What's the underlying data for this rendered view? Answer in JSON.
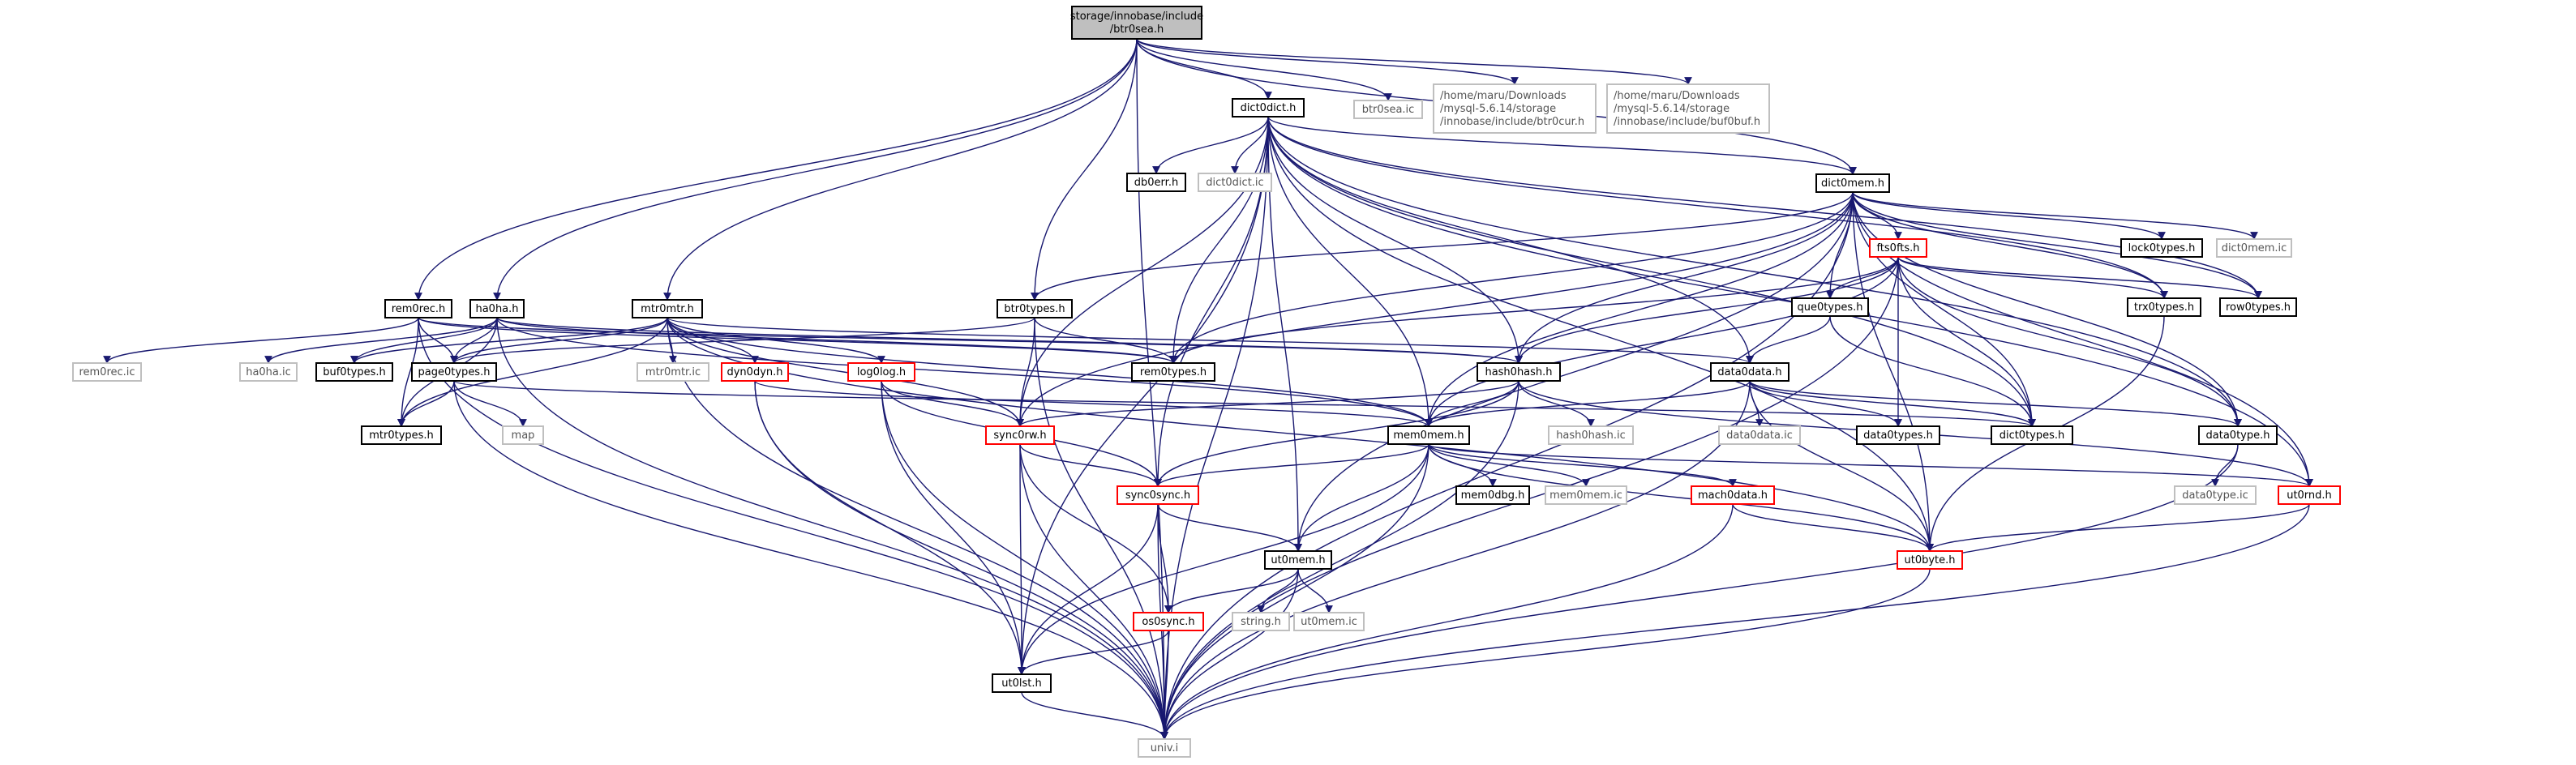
{
  "colors": {
    "edge": "#191970",
    "border_default": "#000000",
    "border_incomplete": "#bfbfbf",
    "border_truncated": "#ff0000",
    "fill_root": "#bfbfbf",
    "fill_default": "#ffffff",
    "text": "#000000",
    "text_muted": "#555555"
  },
  "nodes": [
    {
      "id": "btr0sea_h",
      "lines": [
        "storage/innobase/include",
        "/btr0sea.h"
      ],
      "style": "root"
    },
    {
      "id": "univ_i",
      "lines": [
        "univ.i"
      ],
      "style": "incomplete"
    },
    {
      "id": "rem0rec_h",
      "lines": [
        "rem0rec.h"
      ],
      "style": "default"
    },
    {
      "id": "ha0ha_h",
      "lines": [
        "ha0ha.h"
      ],
      "style": "default"
    },
    {
      "id": "mtr0mtr_h",
      "lines": [
        "mtr0mtr.h"
      ],
      "style": "default"
    },
    {
      "id": "btr0types_h",
      "lines": [
        "btr0types.h"
      ],
      "style": "default"
    },
    {
      "id": "dict0dict_h",
      "lines": [
        "dict0dict.h"
      ],
      "style": "default"
    },
    {
      "id": "btr0sea_ic",
      "lines": [
        "btr0sea.ic"
      ],
      "style": "incomplete"
    },
    {
      "id": "btr0cur_h",
      "lines": [
        "/home/maru/Downloads",
        "/mysql-5.6.14/storage",
        "/innobase/include/btr0cur.h"
      ],
      "style": "incomplete"
    },
    {
      "id": "buf0buf_h",
      "lines": [
        "/home/maru/Downloads",
        "/mysql-5.6.14/storage",
        "/innobase/include/buf0buf.h"
      ],
      "style": "incomplete"
    },
    {
      "id": "db0err_h",
      "lines": [
        "db0err.h"
      ],
      "style": "default"
    },
    {
      "id": "dict0dict_ic",
      "lines": [
        "dict0dict.ic"
      ],
      "style": "incomplete"
    },
    {
      "id": "dict0mem_h",
      "lines": [
        "dict0mem.h"
      ],
      "style": "default"
    },
    {
      "id": "fts0fts_h",
      "lines": [
        "fts0fts.h"
      ],
      "style": "truncated"
    },
    {
      "id": "lock0types_h",
      "lines": [
        "lock0types.h"
      ],
      "style": "default"
    },
    {
      "id": "dict0mem_ic",
      "lines": [
        "dict0mem.ic"
      ],
      "style": "incomplete"
    },
    {
      "id": "que0types_h",
      "lines": [
        "que0types.h"
      ],
      "style": "default"
    },
    {
      "id": "trx0types_h",
      "lines": [
        "trx0types.h"
      ],
      "style": "default"
    },
    {
      "id": "row0types_h",
      "lines": [
        "row0types.h"
      ],
      "style": "default"
    },
    {
      "id": "rem0rec_ic",
      "lines": [
        "rem0rec.ic"
      ],
      "style": "incomplete"
    },
    {
      "id": "ha0ha_ic",
      "lines": [
        "ha0ha.ic"
      ],
      "style": "incomplete"
    },
    {
      "id": "buf0types_h",
      "lines": [
        "buf0types.h"
      ],
      "style": "default"
    },
    {
      "id": "page0types_h",
      "lines": [
        "page0types.h"
      ],
      "style": "default"
    },
    {
      "id": "mtr0mtr_ic",
      "lines": [
        "mtr0mtr.ic"
      ],
      "style": "incomplete"
    },
    {
      "id": "dyn0dyn_h",
      "lines": [
        "dyn0dyn.h"
      ],
      "style": "truncated"
    },
    {
      "id": "log0log_h",
      "lines": [
        "log0log.h"
      ],
      "style": "truncated"
    },
    {
      "id": "rem0types_h",
      "lines": [
        "rem0types.h"
      ],
      "style": "default"
    },
    {
      "id": "hash0hash_h",
      "lines": [
        "hash0hash.h"
      ],
      "style": "default"
    },
    {
      "id": "data0data_h",
      "lines": [
        "data0data.h"
      ],
      "style": "default"
    },
    {
      "id": "mtr0types_h",
      "lines": [
        "mtr0types.h"
      ],
      "style": "default"
    },
    {
      "id": "map",
      "lines": [
        "map"
      ],
      "style": "incomplete"
    },
    {
      "id": "sync0rw_h",
      "lines": [
        "sync0rw.h"
      ],
      "style": "truncated"
    },
    {
      "id": "mem0mem_h",
      "lines": [
        "mem0mem.h"
      ],
      "style": "default"
    },
    {
      "id": "hash0hash_ic",
      "lines": [
        "hash0hash.ic"
      ],
      "style": "incomplete"
    },
    {
      "id": "data0data_ic",
      "lines": [
        "data0data.ic"
      ],
      "style": "incomplete"
    },
    {
      "id": "data0types_h",
      "lines": [
        "data0types.h"
      ],
      "style": "default"
    },
    {
      "id": "dict0types_h",
      "lines": [
        "dict0types.h"
      ],
      "style": "default"
    },
    {
      "id": "data0type_h",
      "lines": [
        "data0type.h"
      ],
      "style": "default"
    },
    {
      "id": "data0type_ic",
      "lines": [
        "data0type.ic"
      ],
      "style": "incomplete"
    },
    {
      "id": "mem0dbg_h",
      "lines": [
        "mem0dbg.h"
      ],
      "style": "default"
    },
    {
      "id": "mem0mem_ic",
      "lines": [
        "mem0mem.ic"
      ],
      "style": "incomplete"
    },
    {
      "id": "mach0data_h",
      "lines": [
        "mach0data.h"
      ],
      "style": "truncated"
    },
    {
      "id": "ut0rnd_h",
      "lines": [
        "ut0rnd.h"
      ],
      "style": "truncated"
    },
    {
      "id": "sync0sync_h",
      "lines": [
        "sync0sync.h"
      ],
      "style": "truncated"
    },
    {
      "id": "ut0byte_h",
      "lines": [
        "ut0byte.h"
      ],
      "style": "truncated"
    },
    {
      "id": "ut0mem_h",
      "lines": [
        "ut0mem.h"
      ],
      "style": "default"
    },
    {
      "id": "os0sync_h",
      "lines": [
        "os0sync.h"
      ],
      "style": "truncated"
    },
    {
      "id": "string_h",
      "lines": [
        "string.h"
      ],
      "style": "incomplete"
    },
    {
      "id": "ut0mem_ic",
      "lines": [
        "ut0mem.ic"
      ],
      "style": "incomplete"
    },
    {
      "id": "ut0lst_h",
      "lines": [
        "ut0lst.h"
      ],
      "style": "default"
    }
  ],
  "edges": [
    [
      "btr0sea_h",
      "univ_i"
    ],
    [
      "btr0sea_h",
      "rem0rec_h"
    ],
    [
      "btr0sea_h",
      "ha0ha_h"
    ],
    [
      "btr0sea_h",
      "mtr0mtr_h"
    ],
    [
      "btr0sea_h",
      "btr0types_h"
    ],
    [
      "btr0sea_h",
      "dict0dict_h"
    ],
    [
      "btr0sea_h",
      "btr0sea_ic"
    ],
    [
      "btr0sea_h",
      "btr0cur_h"
    ],
    [
      "btr0sea_h",
      "buf0buf_h"
    ],
    [
      "btr0sea_h",
      "dict0mem_h"
    ],
    [
      "dict0dict_h",
      "univ_i"
    ],
    [
      "dict0dict_h",
      "db0err_h"
    ],
    [
      "dict0dict_h",
      "dict0dict_ic"
    ],
    [
      "dict0dict_h",
      "dict0mem_h"
    ],
    [
      "dict0dict_h",
      "sync0rw_h"
    ],
    [
      "dict0dict_h",
      "rem0types_h"
    ],
    [
      "dict0dict_h",
      "mem0mem_h"
    ],
    [
      "dict0dict_h",
      "hash0hash_h"
    ],
    [
      "dict0dict_h",
      "data0data_h"
    ],
    [
      "dict0dict_h",
      "ut0byte_h"
    ],
    [
      "dict0dict_h",
      "ut0lst_h"
    ],
    [
      "dict0dict_h",
      "sync0sync_h"
    ],
    [
      "dict0dict_h",
      "ut0mem_h"
    ],
    [
      "dict0dict_h",
      "ut0rnd_h"
    ],
    [
      "dict0dict_h",
      "data0type_h"
    ],
    [
      "dict0dict_h",
      "dict0types_h"
    ],
    [
      "dict0dict_h",
      "trx0types_h"
    ],
    [
      "dict0dict_h",
      "row0types_h"
    ],
    [
      "dict0mem_h",
      "univ_i"
    ],
    [
      "dict0mem_h",
      "fts0fts_h"
    ],
    [
      "dict0mem_h",
      "lock0types_h"
    ],
    [
      "dict0mem_h",
      "dict0mem_ic"
    ],
    [
      "dict0mem_h",
      "que0types_h"
    ],
    [
      "dict0mem_h",
      "trx0types_h"
    ],
    [
      "dict0mem_h",
      "row0types_h"
    ],
    [
      "dict0mem_h",
      "btr0types_h"
    ],
    [
      "dict0mem_h",
      "rem0types_h"
    ],
    [
      "dict0mem_h",
      "hash0hash_h"
    ],
    [
      "dict0mem_h",
      "mem0mem_h"
    ],
    [
      "dict0mem_h",
      "sync0rw_h"
    ],
    [
      "dict0mem_h",
      "ut0byte_h"
    ],
    [
      "dict0mem_h",
      "ut0mem_h"
    ],
    [
      "dict0mem_h",
      "ut0rnd_h"
    ],
    [
      "dict0mem_h",
      "data0type_h"
    ],
    [
      "dict0mem_h",
      "dict0types_h"
    ],
    [
      "fts0fts_h",
      "univ_i"
    ],
    [
      "fts0fts_h",
      "que0types_h"
    ],
    [
      "fts0fts_h",
      "trx0types_h"
    ],
    [
      "fts0fts_h",
      "row0types_h"
    ],
    [
      "fts0fts_h",
      "hash0hash_h"
    ],
    [
      "fts0fts_h",
      "mem0mem_h"
    ],
    [
      "fts0fts_h",
      "rem0types_h"
    ],
    [
      "fts0fts_h",
      "dict0types_h"
    ],
    [
      "fts0fts_h",
      "data0type_h"
    ],
    [
      "fts0fts_h",
      "data0types_h"
    ],
    [
      "que0types_h",
      "data0data_h"
    ],
    [
      "que0types_h",
      "dict0types_h"
    ],
    [
      "trx0types_h",
      "ut0byte_h"
    ],
    [
      "rem0rec_h",
      "univ_i"
    ],
    [
      "rem0rec_h",
      "rem0rec_ic"
    ],
    [
      "rem0rec_h",
      "page0types_h"
    ],
    [
      "rem0rec_h",
      "rem0types_h"
    ],
    [
      "rem0rec_h",
      "mtr0types_h"
    ],
    [
      "rem0rec_h",
      "hash0hash_h"
    ],
    [
      "ha0ha_h",
      "univ_i"
    ],
    [
      "ha0ha_h",
      "ha0ha_ic"
    ],
    [
      "ha0ha_h",
      "buf0types_h"
    ],
    [
      "ha0ha_h",
      "page0types_h"
    ],
    [
      "ha0ha_h",
      "mtr0types_h"
    ],
    [
      "ha0ha_h",
      "rem0types_h"
    ],
    [
      "ha0ha_h",
      "hash0hash_h"
    ],
    [
      "ha0ha_h",
      "mem0mem_h"
    ],
    [
      "mtr0mtr_h",
      "univ_i"
    ],
    [
      "mtr0mtr_h",
      "mtr0mtr_ic"
    ],
    [
      "mtr0mtr_h",
      "buf0types_h"
    ],
    [
      "mtr0mtr_h",
      "page0types_h"
    ],
    [
      "mtr0mtr_h",
      "mtr0types_h"
    ],
    [
      "mtr0mtr_h",
      "dyn0dyn_h"
    ],
    [
      "mtr0mtr_h",
      "log0log_h"
    ],
    [
      "mtr0mtr_h",
      "sync0rw_h"
    ],
    [
      "mtr0mtr_h",
      "mem0mem_h"
    ],
    [
      "mtr0mtr_h",
      "ut0byte_h"
    ],
    [
      "mtr0mtr_h",
      "data0data_h"
    ],
    [
      "btr0types_h",
      "page0types_h"
    ],
    [
      "btr0types_h",
      "rem0types_h"
    ],
    [
      "btr0types_h",
      "sync0rw_h"
    ],
    [
      "btr0types_h",
      "univ_i"
    ],
    [
      "page0types_h",
      "univ_i"
    ],
    [
      "page0types_h",
      "mtr0types_h"
    ],
    [
      "page0types_h",
      "map"
    ],
    [
      "page0types_h",
      "dict0types_h"
    ],
    [
      "dyn0dyn_h",
      "univ_i"
    ],
    [
      "dyn0dyn_h",
      "mem0mem_h"
    ],
    [
      "dyn0dyn_h",
      "ut0lst_h"
    ],
    [
      "log0log_h",
      "univ_i"
    ],
    [
      "log0log_h",
      "sync0rw_h"
    ],
    [
      "log0log_h",
      "sync0sync_h"
    ],
    [
      "log0log_h",
      "ut0lst_h"
    ],
    [
      "hash0hash_h",
      "mem0mem_h"
    ],
    [
      "hash0hash_h",
      "hash0hash_ic"
    ],
    [
      "hash0hash_h",
      "sync0rw_h"
    ],
    [
      "hash0hash_h",
      "sync0sync_h"
    ],
    [
      "hash0hash_h",
      "ut0rnd_h"
    ],
    [
      "hash0hash_h",
      "univ_i"
    ],
    [
      "data0data_h",
      "data0data_ic"
    ],
    [
      "data0data_h",
      "data0types_h"
    ],
    [
      "data0data_h",
      "dict0types_h"
    ],
    [
      "data0data_h",
      "data0type_h"
    ],
    [
      "data0data_h",
      "mem0mem_h"
    ],
    [
      "data0data_h",
      "ut0byte_h"
    ],
    [
      "data0data_h",
      "univ_i"
    ],
    [
      "data0type_h",
      "data0type_ic"
    ],
    [
      "data0type_h",
      "univ_i"
    ],
    [
      "sync0rw_h",
      "sync0sync_h"
    ],
    [
      "sync0rw_h",
      "os0sync_h"
    ],
    [
      "sync0rw_h",
      "ut0lst_h"
    ],
    [
      "sync0rw_h",
      "univ_i"
    ],
    [
      "mem0mem_h",
      "mem0dbg_h"
    ],
    [
      "mem0mem_h",
      "mem0mem_ic"
    ],
    [
      "mem0mem_h",
      "mach0data_h"
    ],
    [
      "mem0mem_h",
      "ut0rnd_h"
    ],
    [
      "mem0mem_h",
      "sync0sync_h"
    ],
    [
      "mem0mem_h",
      "ut0byte_h"
    ],
    [
      "mem0mem_h",
      "ut0mem_h"
    ],
    [
      "mem0mem_h",
      "ut0lst_h"
    ],
    [
      "mem0mem_h",
      "univ_i"
    ],
    [
      "mach0data_h",
      "ut0byte_h"
    ],
    [
      "mach0data_h",
      "univ_i"
    ],
    [
      "ut0rnd_h",
      "ut0byte_h"
    ],
    [
      "ut0rnd_h",
      "univ_i"
    ],
    [
      "sync0sync_h",
      "os0sync_h"
    ],
    [
      "sync0sync_h",
      "ut0mem_h"
    ],
    [
      "sync0sync_h",
      "ut0lst_h"
    ],
    [
      "sync0sync_h",
      "univ_i"
    ],
    [
      "ut0byte_h",
      "univ_i"
    ],
    [
      "ut0mem_h",
      "os0sync_h"
    ],
    [
      "ut0mem_h",
      "string_h"
    ],
    [
      "ut0mem_h",
      "ut0mem_ic"
    ],
    [
      "ut0mem_h",
      "univ_i"
    ],
    [
      "os0sync_h",
      "ut0lst_h"
    ],
    [
      "os0sync_h",
      "univ_i"
    ],
    [
      "ut0lst_h",
      "univ_i"
    ]
  ]
}
